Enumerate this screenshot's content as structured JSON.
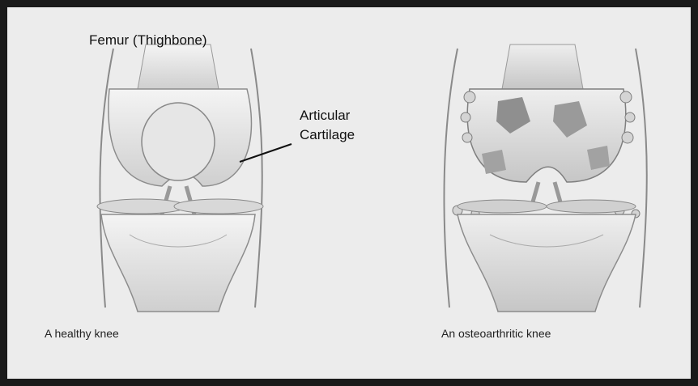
{
  "labels": {
    "femur": "Femur (Thighbone)",
    "cartilage_line1": "Articular",
    "cartilage_line2": "Cartilage"
  },
  "captions": {
    "healthy": "A healthy knee",
    "osteoarthritic": "An osteoarthritic knee"
  }
}
